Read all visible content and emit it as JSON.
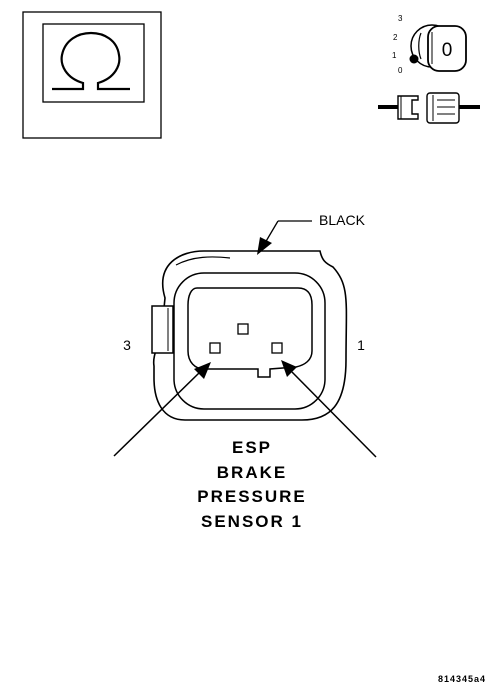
{
  "meter_symbol": "Ω",
  "ignition_key": {
    "positions": [
      "3",
      "2",
      "1",
      "0"
    ],
    "key_face_label": "0"
  },
  "connector": {
    "wire_color_label": "BLACK",
    "pin_left_label": "3",
    "pin_right_label": "1"
  },
  "component_title": {
    "line1": "ESP",
    "line2": "BRAKE",
    "line3": "PRESSURE",
    "line4": "SENSOR 1"
  },
  "figure_id": "814345a4",
  "colors": {
    "ink": "#000000",
    "paper": "#ffffff",
    "shade": "#c8c8c8"
  }
}
